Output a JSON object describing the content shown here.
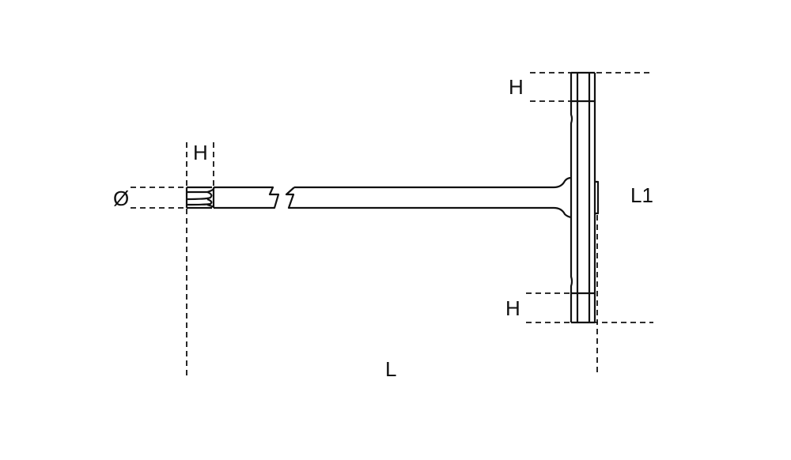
{
  "drawing": {
    "title": "T-handle hex key technical drawing",
    "stroke_color": "#111111",
    "background": "#ffffff",
    "labels": {
      "tip_length": "H",
      "diameter": "Ø",
      "handle_top_length": "H",
      "handle_length": "L1",
      "handle_bottom_length": "H",
      "overall_length": "L"
    }
  }
}
